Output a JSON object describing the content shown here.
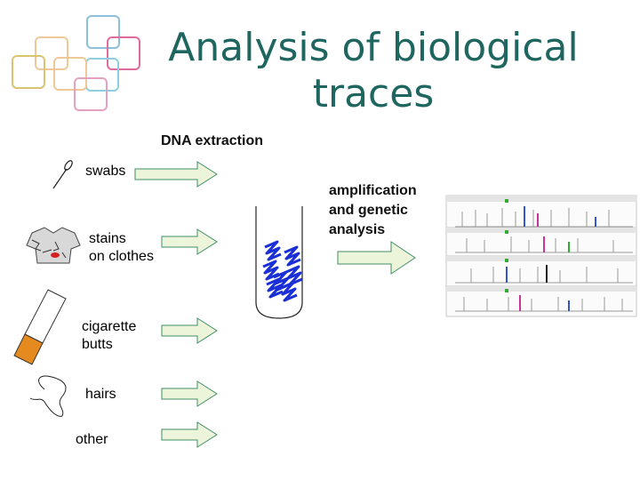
{
  "title": {
    "line1": "Analysis of biological",
    "line2": "traces"
  },
  "steps": {
    "dna_extraction": "DNA extraction",
    "amplification": {
      "line1": "amplification",
      "line2": "and genetic",
      "line3": "analysis"
    }
  },
  "samples": [
    {
      "lines": [
        "swabs"
      ]
    },
    {
      "lines": [
        "stains",
        "on clothes"
      ]
    },
    {
      "lines": [
        "cigarette",
        "butts"
      ]
    },
    {
      "lines": [
        "hairs"
      ]
    },
    {
      "lines": [
        "other"
      ]
    }
  ],
  "colors": {
    "title": "#1f6660",
    "arrow_fill": "#ecf5d9",
    "arrow_stroke": "#3f8f68",
    "dna": "#1a2fd6"
  }
}
